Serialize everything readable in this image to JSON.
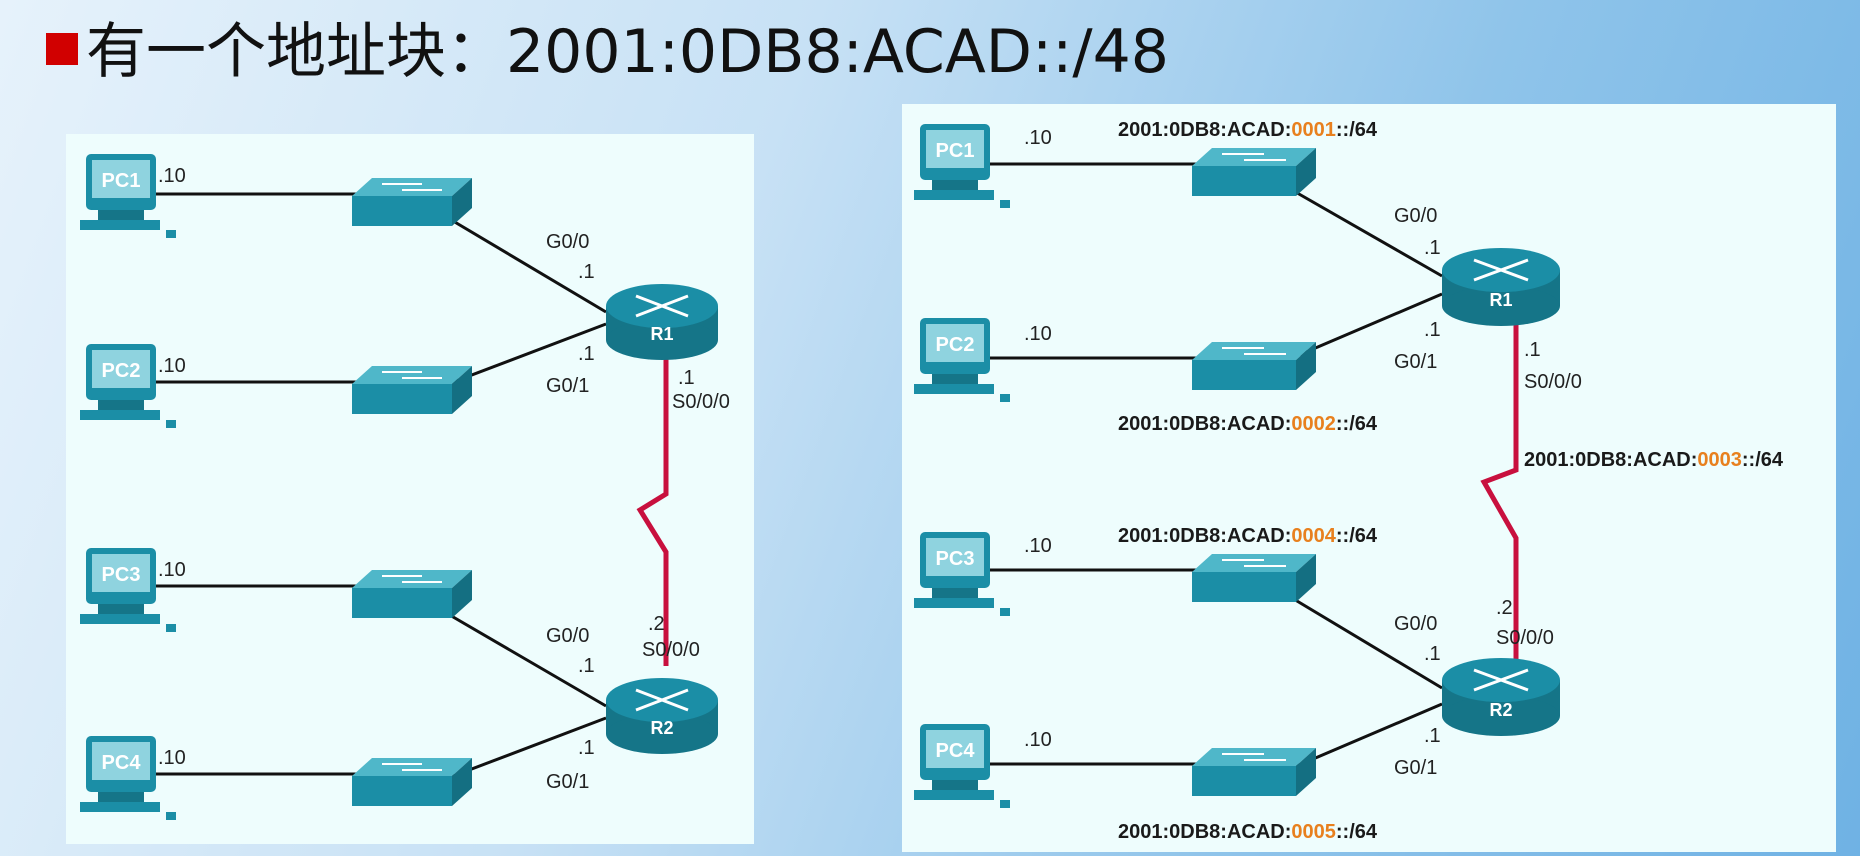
{
  "title": {
    "text": "有一个地址块：2001:0DB8:ACAD::/48"
  },
  "colors": {
    "device": "#1b8ea6",
    "serial_link": "#c8103e",
    "highlight": "#e8801e",
    "bullet": "#d10000"
  },
  "left": {
    "pcs": [
      {
        "label": "PC1",
        "host": ".10"
      },
      {
        "label": "PC2",
        "host": ".10"
      },
      {
        "label": "PC3",
        "host": ".10"
      },
      {
        "label": "PC4",
        "host": ".10"
      }
    ],
    "routers": [
      {
        "label": "R1",
        "g00": "G0/0",
        "g00_host": ".1",
        "g01": "G0/1",
        "g01_host": ".1",
        "s_host": ".1",
        "s_if": "S0/0/0"
      },
      {
        "label": "R2",
        "g00": "G0/0",
        "g00_host": ".1",
        "g01": "G0/1",
        "g01_host": ".1",
        "s_host": ".2",
        "s_if": "S0/0/0"
      }
    ]
  },
  "right": {
    "pcs": [
      {
        "label": "PC1",
        "host": ".10"
      },
      {
        "label": "PC2",
        "host": ".10"
      },
      {
        "label": "PC3",
        "host": ".10"
      },
      {
        "label": "PC4",
        "host": ".10"
      }
    ],
    "routers": [
      {
        "label": "R1",
        "g00": "G0/0",
        "g00_host": ".1",
        "g01": "G0/1",
        "g01_host": ".1",
        "s_host": ".1",
        "s_if": "S0/0/0"
      },
      {
        "label": "R2",
        "g00": "G0/0",
        "g00_host": ".1",
        "g01": "G0/1",
        "g01_host": ".1",
        "s_host": ".2",
        "s_if": "S0/0/0"
      }
    ],
    "subnets": [
      {
        "prefix": "2001:0DB8:ACAD:",
        "id": "0001",
        "suffix": "::/64"
      },
      {
        "prefix": "2001:0DB8:ACAD:",
        "id": "0002",
        "suffix": "::/64"
      },
      {
        "prefix": "2001:0DB8:ACAD:",
        "id": "0003",
        "suffix": "::/64"
      },
      {
        "prefix": "2001:0DB8:ACAD:",
        "id": "0004",
        "suffix": "::/64"
      },
      {
        "prefix": "2001:0DB8:ACAD:",
        "id": "0005",
        "suffix": "::/64"
      }
    ]
  }
}
